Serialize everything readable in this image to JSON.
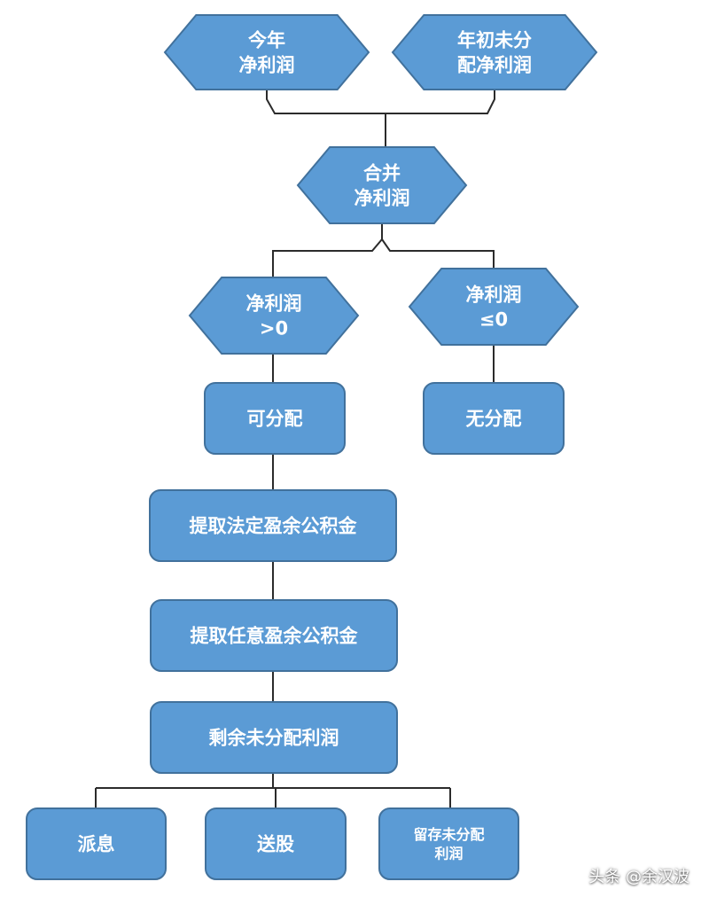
{
  "colors": {
    "node_fill": "#5b9bd5",
    "node_stroke": "#41719c",
    "connector": "#2b2b2b",
    "text": "#ffffff"
  },
  "nodes": {
    "current_year_net_profit": {
      "line1": "今年",
      "line2": "净利润",
      "shape": "hexagon"
    },
    "opening_undistributed_profit": {
      "line1": "年初未分",
      "line2": "配净利润",
      "shape": "hexagon"
    },
    "combined_net_profit": {
      "line1": "合并",
      "line2": "净利润",
      "shape": "hexagon"
    },
    "net_profit_positive": {
      "line1": "净利润",
      "line2": ">0",
      "shape": "hexagon"
    },
    "net_profit_non_positive": {
      "line1": "净利润",
      "line2": "≤0",
      "shape": "hexagon"
    },
    "distributable": {
      "label": "可分配",
      "shape": "rounded-rect"
    },
    "not_distributable": {
      "label": "无分配",
      "shape": "rounded-rect"
    },
    "statutory_reserve": {
      "label": "提取法定盈余公积金",
      "shape": "rounded-rect"
    },
    "discretionary_reserve": {
      "label": "提取任意盈余公积金",
      "shape": "rounded-rect"
    },
    "remaining_undistributed": {
      "label": "剩余未分配利润",
      "shape": "rounded-rect"
    },
    "cash_dividend": {
      "label": "派息",
      "shape": "rounded-rect"
    },
    "stock_dividend": {
      "label": "送股",
      "shape": "rounded-rect"
    },
    "retained_undistributed": {
      "line1": "留存未分配",
      "line2": "利润",
      "shape": "rounded-rect"
    }
  },
  "watermark": {
    "text": "头条 @余汉波"
  }
}
